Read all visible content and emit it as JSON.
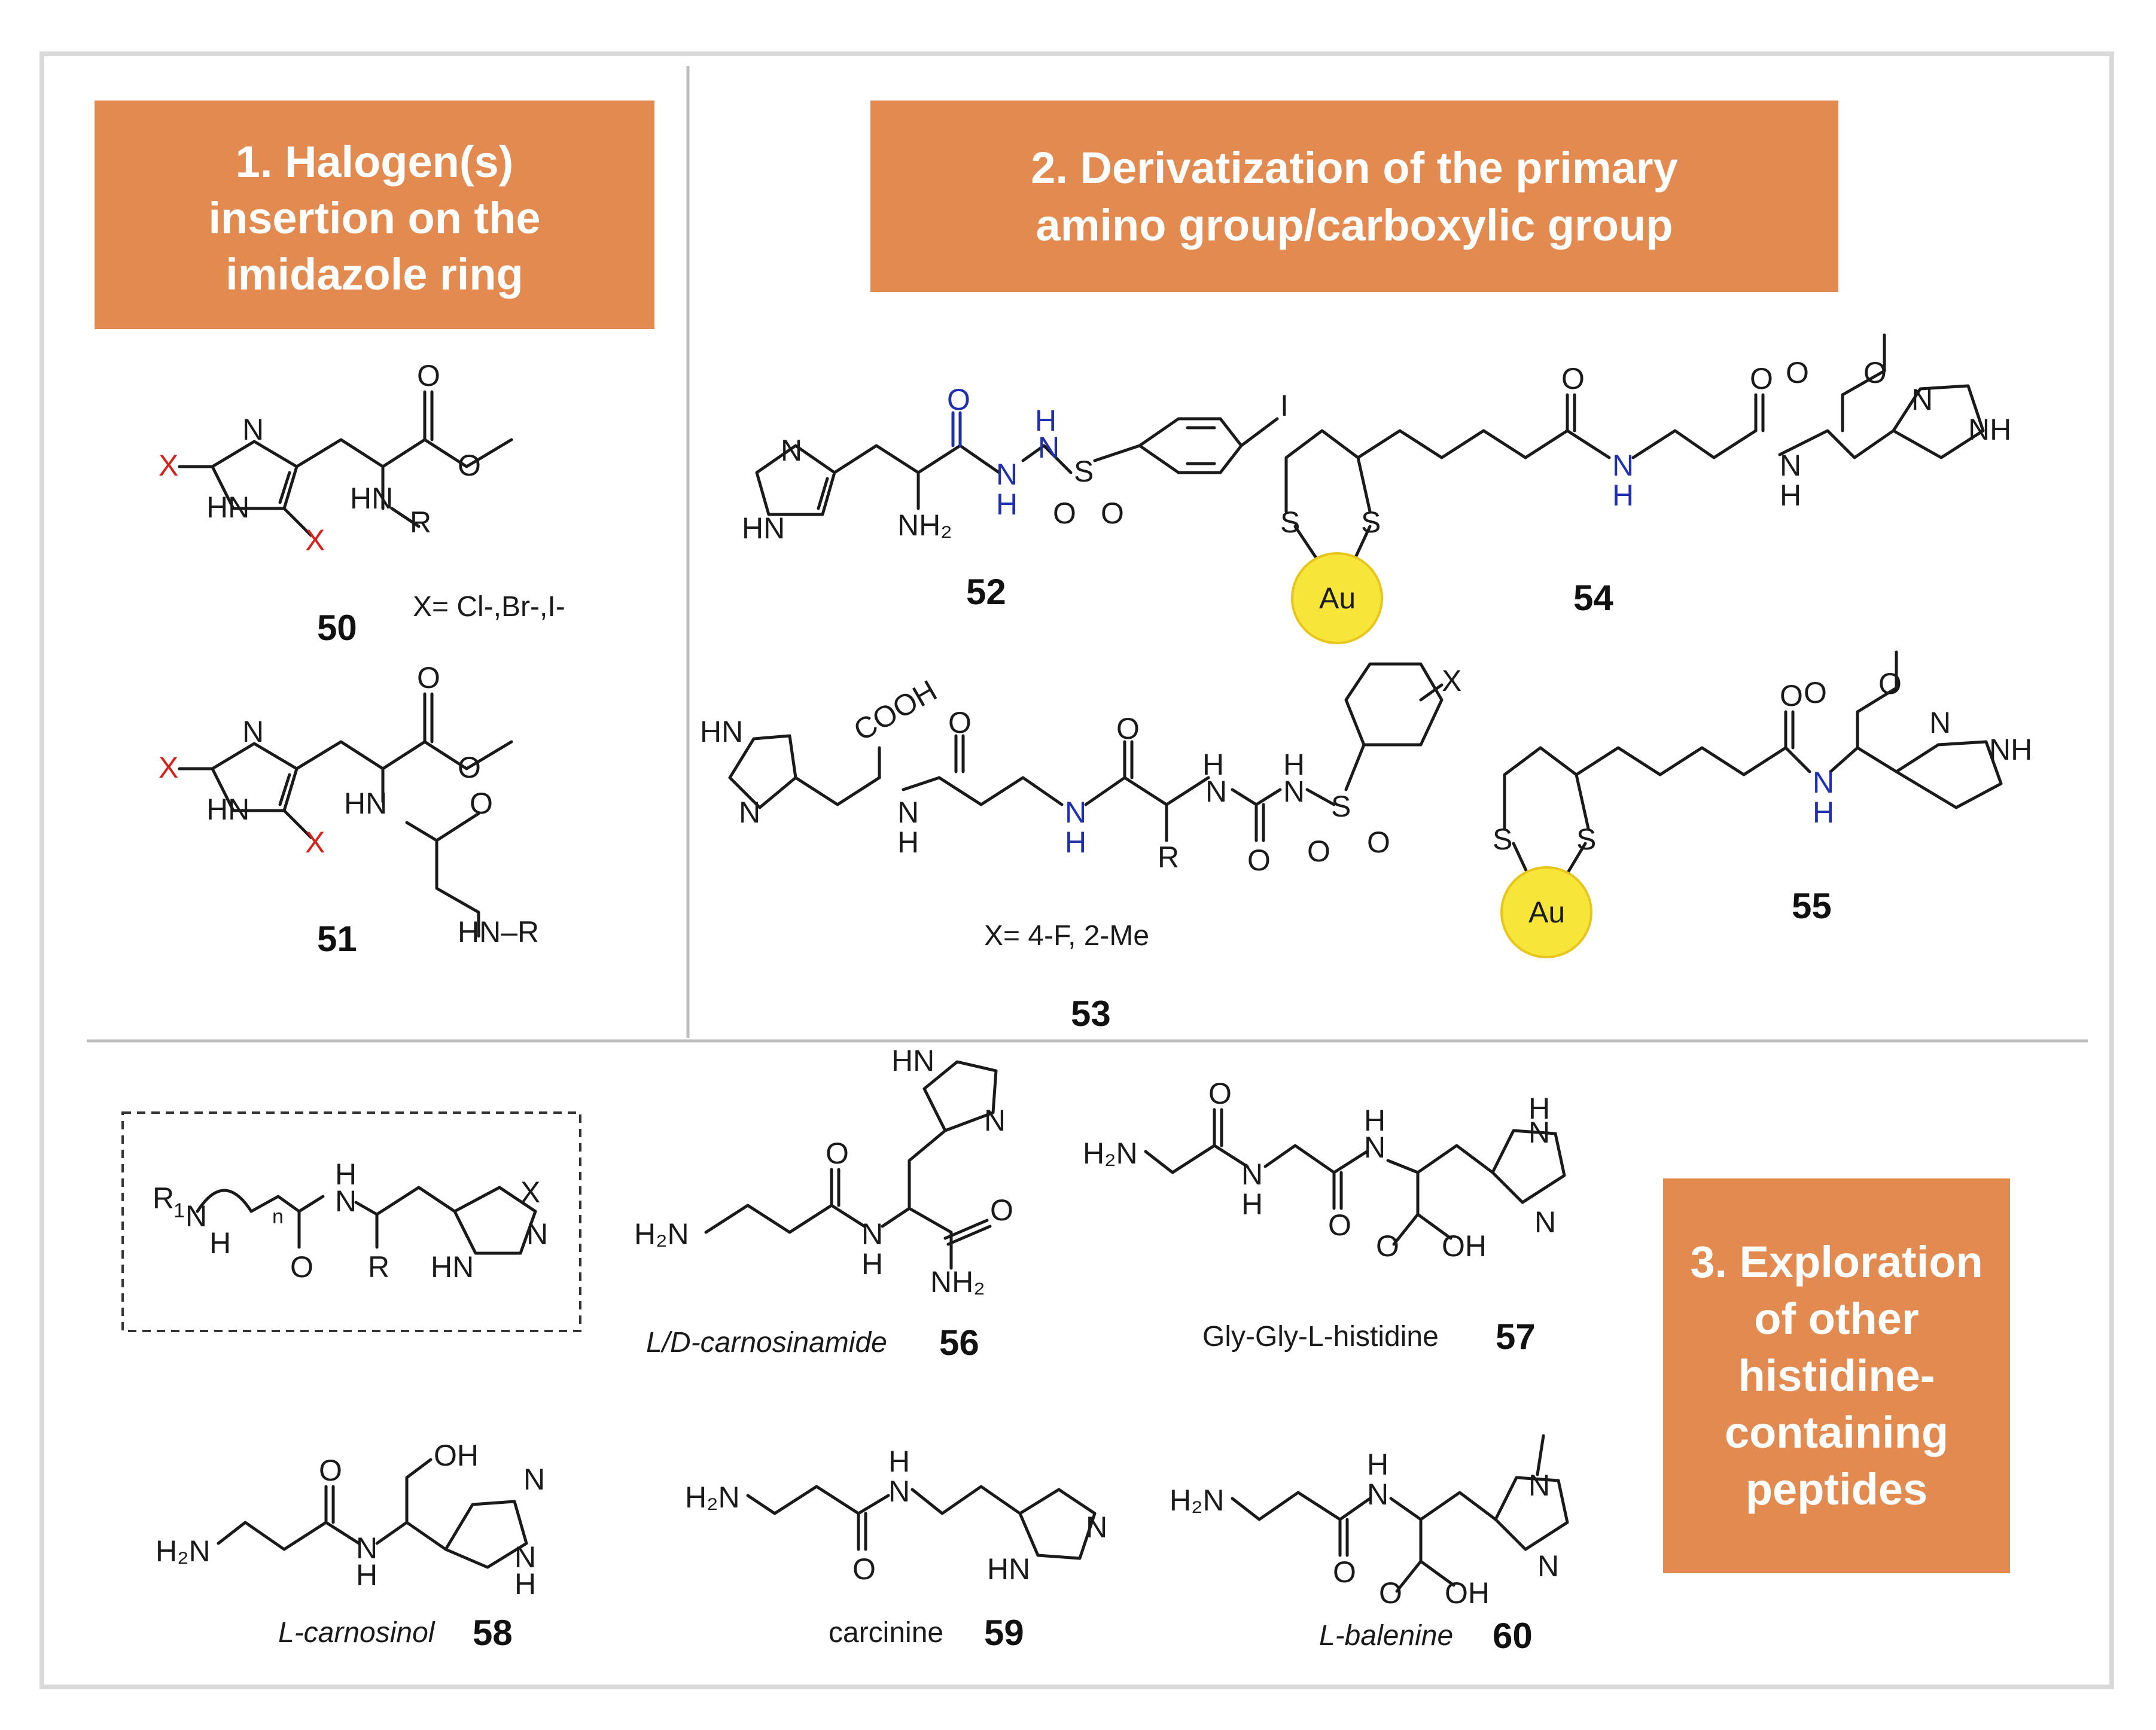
{
  "colors": {
    "header_fill": "#e28a4f",
    "blue_atom": "#1f2fb0",
    "red_atom": "#d6221c",
    "gold": "#f7e53a",
    "frame": "#d9d9d9"
  },
  "sections": [
    {
      "lines": [
        "1. Halogen(s)",
        "insertion on the",
        "imidazole ring"
      ]
    },
    {
      "lines": [
        "2. Derivatization of the primary",
        "amino group/carboxylic group"
      ]
    },
    {
      "lines": [
        "3. Exploration",
        "of other",
        "histidine-",
        "containing",
        "peptides"
      ]
    }
  ],
  "compounds": {
    "c50": "50",
    "c51": "51",
    "c52": "52",
    "c53": "53",
    "c54": "54",
    "c55": "55",
    "c56": "56",
    "c57": "57",
    "c58": "58",
    "c59": "59",
    "c60": "60"
  },
  "captions": {
    "x_halogen": "X= Cl-,Br-,I-",
    "x_53": "X= 4-F, 2-Me",
    "name56": "L/D-carnosinamide",
    "name57": "Gly-Gly-L-histidine",
    "name58": "L-carnosinol",
    "name59": "carcinine",
    "name60": "L-balenine"
  },
  "atoms": {
    "N": "N",
    "NH": "NH",
    "HN": "HN",
    "H": "H",
    "O": "O",
    "S": "S",
    "X": "X",
    "R": "R",
    "I": "I",
    "R1": "R",
    "sub1": "1",
    "n": "n",
    "H2N": "H₂N",
    "NH2": "NH₂",
    "OH": "OH",
    "COOH": "COOH",
    "Au": "Au",
    "HN_R": "HN–R"
  }
}
